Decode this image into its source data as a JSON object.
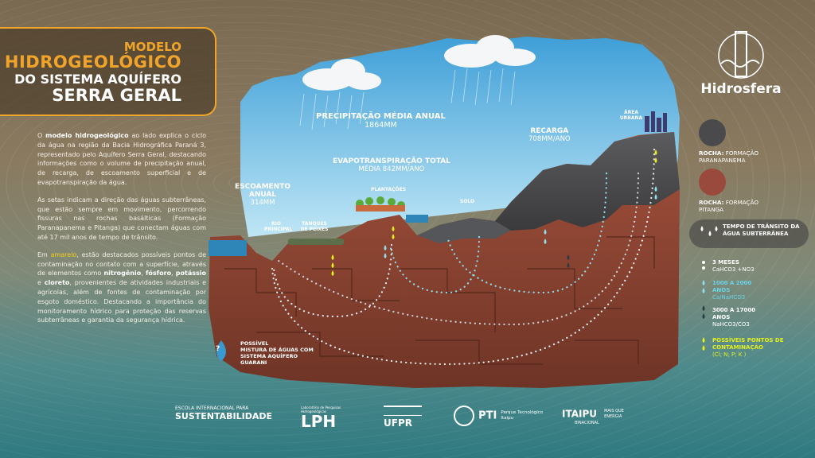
{
  "title": {
    "line1": "MODELO",
    "line2": "HIDROGEOLÓGICO",
    "line3": "DO SISTEMA AQUÍFERO",
    "line4": "SERRA GERAL"
  },
  "description": {
    "p1_a": "O ",
    "p1_bold": "modelo hidrogeológico",
    "p1_b": " ao lado explica o ciclo da água na região da Bacia Hidrográfica Paraná 3, representado pelo Aquífero Serra Geral, destacando informações como o volume de precipitação anual, de recarga, de escoamento superficial e de evapotranspiração da água.",
    "p2": "As setas indicam a direção das águas subterrâneas, que estão sempre em movimento, percorrendo fissuras nas rochas basálticas (Formação Paranapanema e Pitanga) que conectam águas com até 17 mil anos de tempo de trânsito.",
    "p3_a": "Em ",
    "p3_yellow": "amarelo",
    "p3_b": ", estão destacados possíveis pontos de contaminação no contato com a superfície, através de elementos como ",
    "p3_n": "nitrogênio",
    "p3_sep1": ", ",
    "p3_f": "fósforo",
    "p3_sep2": ", ",
    "p3_k": "potássio",
    "p3_sep3": " e ",
    "p3_c": "cloreto",
    "p3_c_end": ", provenientes de atividades industriais e agrícolas, além de fontes de contaminação por esgoto doméstico. Destacando a importância do monitoramento hídrico para proteção das reservas subterrâneas e garantia da segurança hídrica."
  },
  "diagram": {
    "precipitacao_title": "PRECIPITAÇÃO MÉDIA ANUAL",
    "precipitacao_value": "1864MM",
    "recarga_title": "RECARGA",
    "recarga_value": "708MM/ANO",
    "area_urbana": "ÁREA URBANA",
    "evapo_title": "EVAPOTRANSPIRAÇÃO TOTAL",
    "evapo_value": "MÉDIA 842MM/ANO",
    "escoamento_title": "ESCOAMENTO ANUAL",
    "escoamento_value": "314MM",
    "plantacoes": "PLANTAÇÕES",
    "solo": "SOLO",
    "rio_principal": "RIO PRINCIPAL",
    "tanques": "TANQUES DE PEIXES",
    "guarani_a": "POSSÍVEL",
    "guarani_b": "MISTURA DE ÁGUAS COM SISTEMA AQUÍFERO GUARANI",
    "question_mark": "?"
  },
  "brand": {
    "name": "Hidrosfera"
  },
  "legend": {
    "rock1_title": "ROCHA:",
    "rock1_sub": " FORMAÇÃO PARANAPANEMA",
    "rock1_color": "#4a4a4c",
    "rock2_title": "ROCHA:",
    "rock2_sub": " FORMAÇÃO PITANGA",
    "rock2_color": "#9a4a3c",
    "transit": "TEMPO DE TRÂNSITO DA ÁGUA SUBTERRÂNEA",
    "t1_title": "3 MESES",
    "t1_sub": "CaHCO3 +NO3",
    "t2_title": "1000 A 2000 ANOS",
    "t2_sub": "Ca/NaHCO3",
    "t3_title": "3000 A 17000 ANOS",
    "t3_sub": "NaHCO3/CO3",
    "t4_title": "POSSÍVEIS PONTOS DE CONTAMINAÇÃO",
    "t4_sub": "(Cl; N; P; K )"
  },
  "colors": {
    "accent": "#f0a52a",
    "cyan": "#6ad4e8",
    "yellow": "#e4f020",
    "basalt": "#4a4a4c",
    "pitanga": "#9a4a3c"
  },
  "footer": {
    "logo1_a": "ESCOLA INTERNACIONAL PARA",
    "logo1_b": "SUSTENTABILIDADE",
    "logo2_small": "Laboratório de Pesquisas Hidrogeológicas",
    "logo2": "LPH",
    "logo3": "UFPR",
    "logo4": "PTI",
    "logo4_sub_a": "Parque Tecnológico",
    "logo4_sub_b": "Itaipu",
    "logo5": "ITAIPU",
    "logo5_sub": "BINACIONAL",
    "logo5_tag_a": "MAIS QUE",
    "logo5_tag_b": "ENERGIA"
  }
}
